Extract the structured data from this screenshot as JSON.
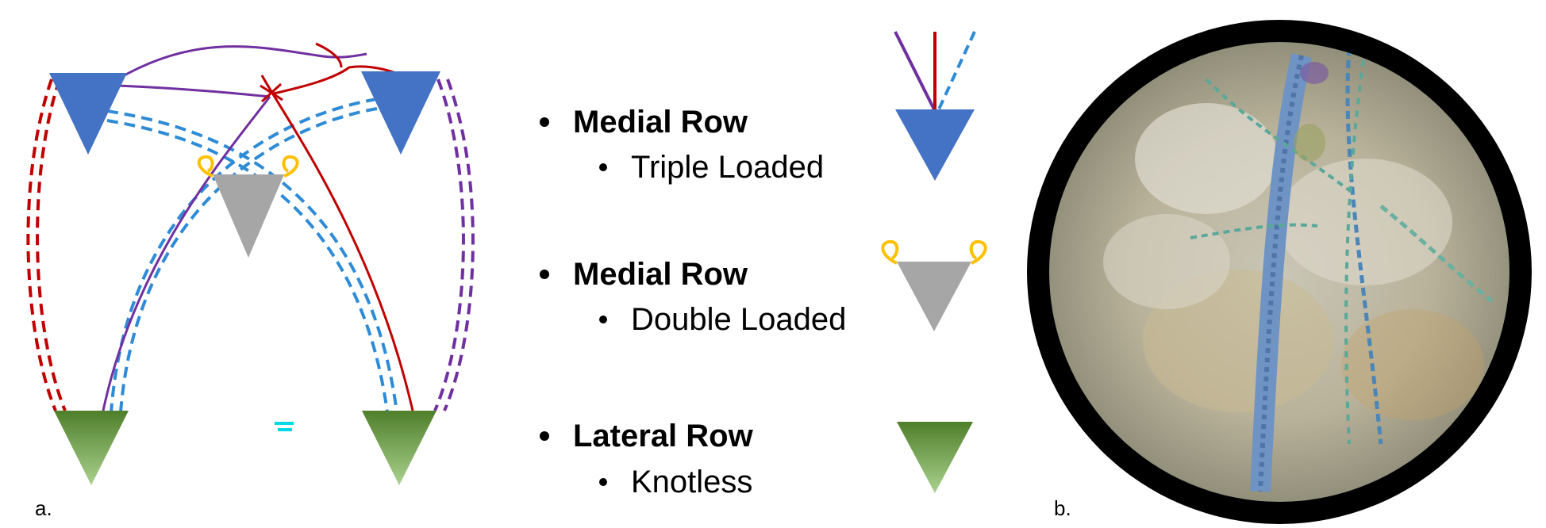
{
  "panels": {
    "a_label": "a.",
    "b_label": "b."
  },
  "legend": [
    {
      "title": "Medial Row",
      "detail": "Triple Loaded",
      "icon": "blue-triangle-with-sutures-icon"
    },
    {
      "title": "Medial Row",
      "detail": "Double Loaded",
      "icon": "gray-triangle-with-loops-icon"
    },
    {
      "title": "Lateral Row",
      "detail": "Knotless",
      "icon": "green-triangle-icon"
    }
  ],
  "colors": {
    "triple_loaded_anchor": "#4472c4",
    "double_loaded_anchor": "#a6a6a6",
    "knotless_anchor_top": "#4f7f2a",
    "knotless_anchor_bottom": "#a9d18e",
    "suture_red": "#c00000",
    "suture_purple": "#7030a0",
    "suture_blue": "#2e8bd6",
    "loop_yellow": "#ffc000",
    "scope_frame": "#000000"
  }
}
